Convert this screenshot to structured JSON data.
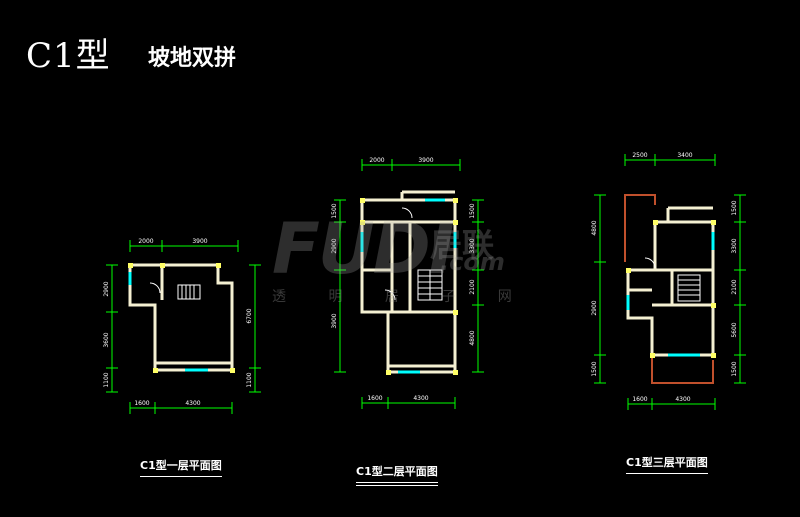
{
  "title": "C1型",
  "subtitle": "坡地双拼",
  "watermark": {
    "logo": "FUDI",
    "brand": "居联",
    "com": ".com",
    "tagline": "透 明 居 子 网"
  },
  "colors": {
    "background": "#000000",
    "wall": "#f5f0d2",
    "wall_fill": "#000000",
    "dimension": "#00ff00",
    "dimension_text": "#ffffff",
    "window": "#00ffff",
    "column": "#ffff66",
    "railing": "#c0502c",
    "stair": "#ffffff",
    "door": "#ffffff"
  },
  "plans": [
    {
      "id": "plan-1",
      "label": "C1型一层平面图",
      "top_dims": [
        "2000",
        "3900"
      ],
      "left_dims": [
        "2900",
        "3600",
        "1100"
      ],
      "right_dims": [
        "6700",
        "1100"
      ],
      "bottom_dims": [
        "1600",
        "4300"
      ]
    },
    {
      "id": "plan-2",
      "label": "C1型二层平面图",
      "top_dims": [
        "2000",
        "3900"
      ],
      "left_dims": [
        "1500",
        "2900",
        "3900"
      ],
      "right_dims": [
        "1500",
        "3300",
        "2100",
        "4800"
      ],
      "bottom_dims": [
        "1600",
        "4300"
      ]
    },
    {
      "id": "plan-3",
      "label": "C1型三层平面图",
      "top_dims": [
        "2500",
        "3400"
      ],
      "left_dims": [
        "4800",
        "2900",
        "1500"
      ],
      "right_dims": [
        "1500",
        "3300",
        "2100",
        "5600",
        "1500"
      ],
      "bottom_dims": [
        "1600",
        "4300"
      ]
    }
  ]
}
